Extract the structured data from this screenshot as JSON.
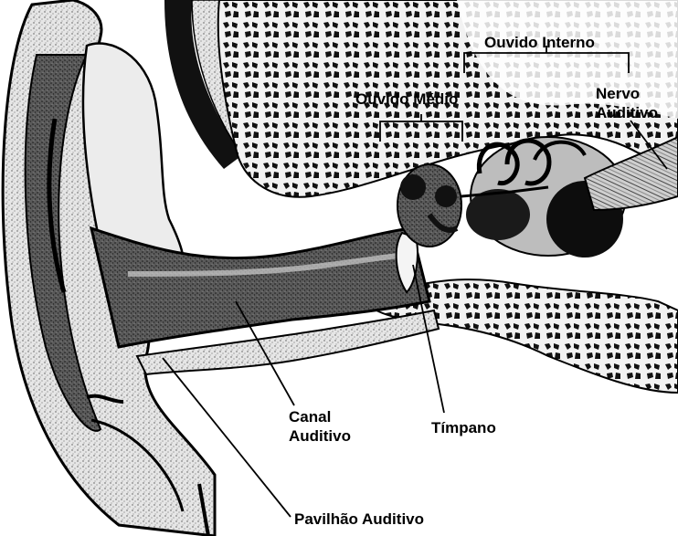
{
  "labels": {
    "inner_ear": "Ouvido Interno",
    "middle_ear": "Ouvido Médio",
    "auditory_nerve_line1": "Nervo",
    "auditory_nerve_line2": "Auditivo",
    "ear_canal_line1": "Canal",
    "ear_canal_line2": "Auditivo",
    "eardrum": "Tímpano",
    "pinna": "Pavilhão Auditivo"
  },
  "colors": {
    "ink": "#000000",
    "paper": "#ffffff",
    "stipple_light": "#d9d9d9",
    "stipple_mid": "#9a9a9a",
    "stipple_dark": "#3a3a3a"
  }
}
